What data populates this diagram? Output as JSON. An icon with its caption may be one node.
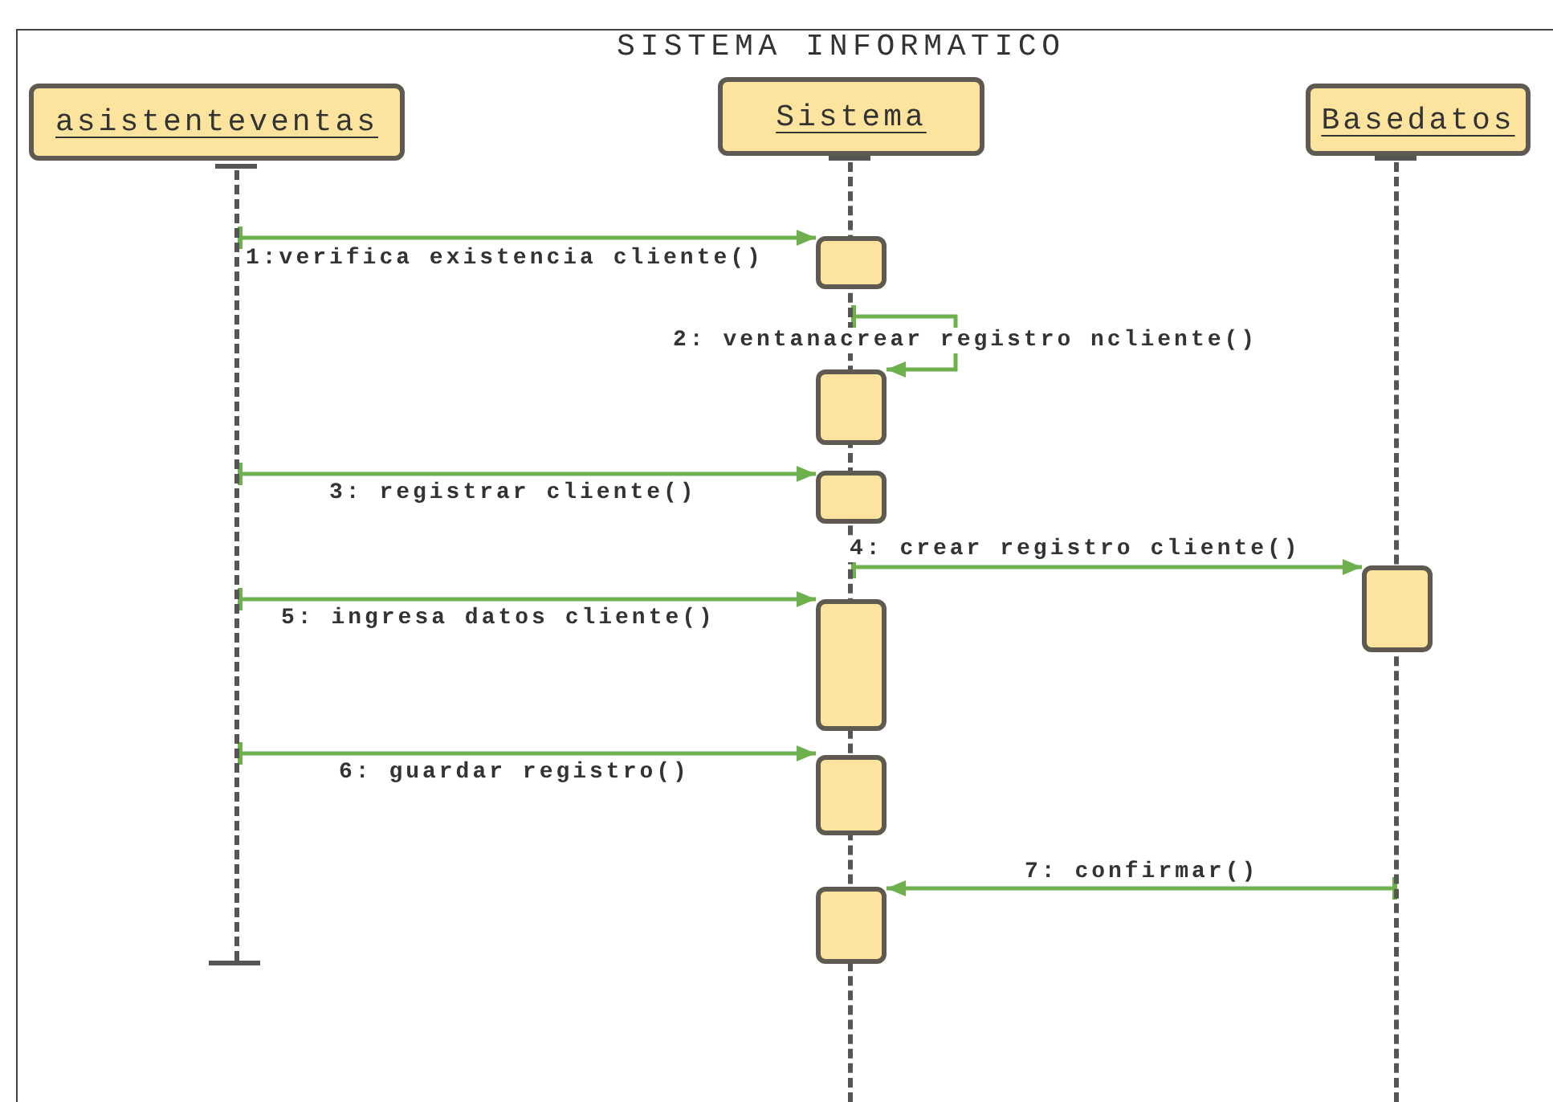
{
  "diagram": {
    "title": "SISTEMA INFORMATICO",
    "nodes": [
      {
        "text": [
          "asistenteventas"
        ]
      },
      {
        "text": [
          "Sistema"
        ]
      },
      {
        "text": [
          "Basedatos"
        ]
      },
      {
        "text": [],
        "shape": "bar"
      },
      {
        "text": [],
        "shape": "bar"
      },
      {
        "text": [],
        "shape": "bar"
      },
      {
        "text": [],
        "shape": "box"
      },
      {
        "text": [],
        "shape": "box"
      },
      {
        "text": [],
        "shape": "box"
      },
      {
        "text": [],
        "shape": "box"
      },
      {
        "text": [],
        "shape": "box"
      },
      {
        "text": [],
        "shape": "box"
      },
      {
        "text": [],
        "shape": "box"
      }
    ],
    "edges": [
      {
        "from": 3,
        "to": 6,
        "arrow": "to",
        "label": "1:verifica existencia cliente()"
      },
      {
        "from": 4,
        "to": 7,
        "arrow": "to",
        "label": "2: ventanacrear registro ncliente()"
      },
      {
        "from": 3,
        "to": 8,
        "arrow": "to",
        "label": "3: registrar cliente()"
      },
      {
        "from": 4,
        "to": 9,
        "arrow": "to",
        "label": "4: crear registro cliente()"
      },
      {
        "from": 3,
        "to": 10,
        "arrow": "to",
        "label": "5: ingresa datos cliente()"
      },
      {
        "from": 3,
        "to": 11,
        "arrow": "to",
        "label": "6: guardar registro()"
      },
      {
        "from": 5,
        "to": 12,
        "arrow": "to",
        "label": "7: confirmar()"
      }
    ]
  }
}
